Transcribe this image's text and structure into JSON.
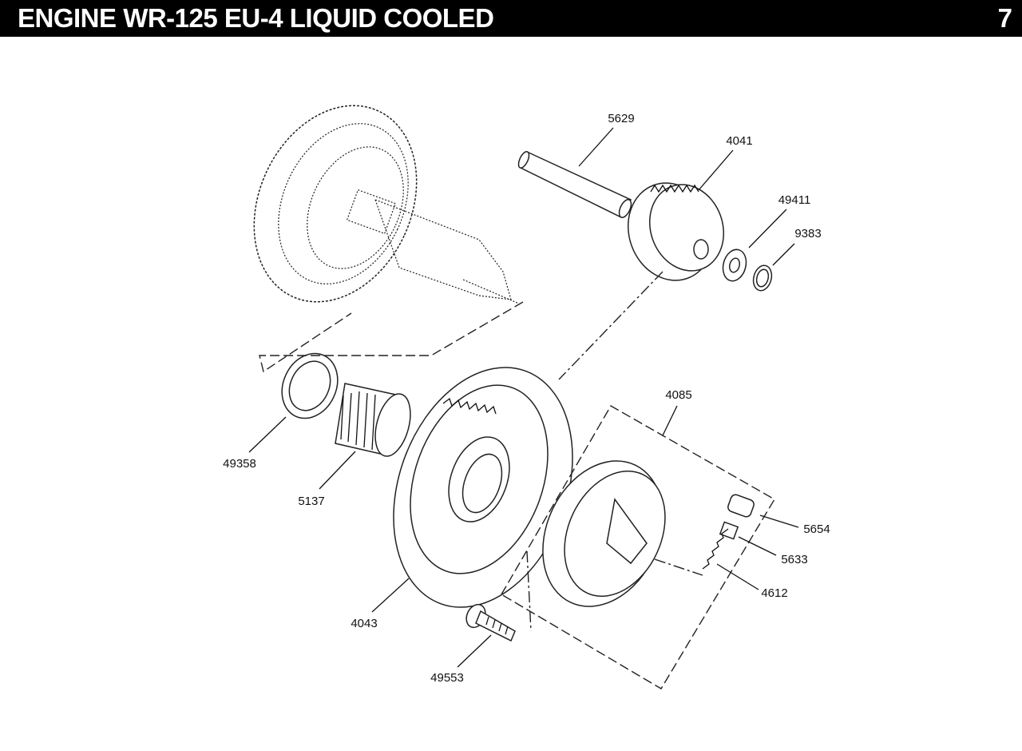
{
  "header": {
    "title": "ENGINE WR-125 EU-4 LIQUID COOLED",
    "page_number": "7"
  },
  "parts": [
    {
      "id": "5629"
    },
    {
      "id": "4041"
    },
    {
      "id": "49411"
    },
    {
      "id": "9383"
    },
    {
      "id": "49358"
    },
    {
      "id": "5137"
    },
    {
      "id": "4085"
    },
    {
      "id": "5654"
    },
    {
      "id": "5633"
    },
    {
      "id": "4612"
    },
    {
      "id": "4043"
    },
    {
      "id": "49553"
    }
  ]
}
